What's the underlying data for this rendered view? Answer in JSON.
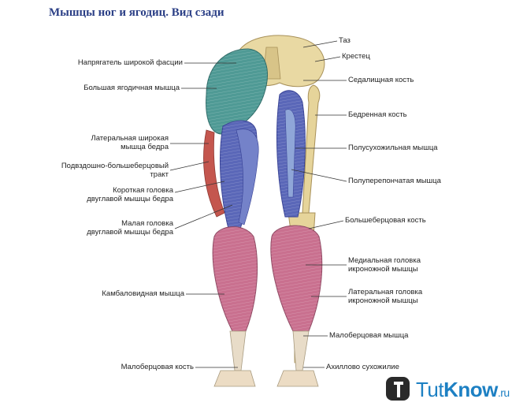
{
  "title": "Мышцы ног и ягодиц. Вид сзади",
  "labels_left": [
    {
      "id": "tensor",
      "lines": [
        "Напрягатель широкой фасции"
      ]
    },
    {
      "id": "gluteus",
      "lines": [
        "Большая ягодичная мышца"
      ]
    },
    {
      "id": "vastus",
      "lines": [
        "Латеральная широкая",
        "мышца бедра"
      ]
    },
    {
      "id": "itband",
      "lines": [
        "Подвздошно-большеберцовый",
        "тракт"
      ]
    },
    {
      "id": "biceps-short",
      "lines": [
        "Короткая головка",
        "двуглавой мышцы бедра"
      ]
    },
    {
      "id": "biceps-long",
      "lines": [
        "Малая головка",
        "двуглавой мышцы бедра"
      ]
    },
    {
      "id": "soleus",
      "lines": [
        "Камбаловидная мышца"
      ]
    },
    {
      "id": "fibula",
      "lines": [
        "Малоберцовая кость"
      ]
    }
  ],
  "labels_right": [
    {
      "id": "pelvis",
      "lines": [
        "Таз"
      ]
    },
    {
      "id": "sacrum",
      "lines": [
        "Крестец"
      ]
    },
    {
      "id": "ischium",
      "lines": [
        "Седалищная кость"
      ]
    },
    {
      "id": "femur",
      "lines": [
        "Бедренная кость"
      ]
    },
    {
      "id": "semitendinosus",
      "lines": [
        "Полусухожильная мышца"
      ]
    },
    {
      "id": "semimembranosus",
      "lines": [
        "Полуперепончатая мышца"
      ]
    },
    {
      "id": "tibia",
      "lines": [
        "Большеберцовая кость"
      ]
    },
    {
      "id": "gastro-medial",
      "lines": [
        "Медиальная головка",
        "икроножной мышцы"
      ]
    },
    {
      "id": "gastro-lateral",
      "lines": [
        "Латеральная головка",
        "икроножной мышцы"
      ]
    },
    {
      "id": "peroneus",
      "lines": [
        "Малоберцовая мышца"
      ]
    },
    {
      "id": "achilles",
      "lines": [
        "Ахиллово сухожилие"
      ]
    }
  ],
  "logo": {
    "part1": "Tut",
    "part2": "Know",
    "part3": ".ru"
  },
  "colors": {
    "title": "#2b3f86",
    "muscle_blue": "#5a67b8",
    "muscle_teal": "#4f9a95",
    "muscle_pink": "#c9708f",
    "muscle_red": "#c4564e",
    "bone": "#e6d49a",
    "logo": "#1d80c3"
  }
}
